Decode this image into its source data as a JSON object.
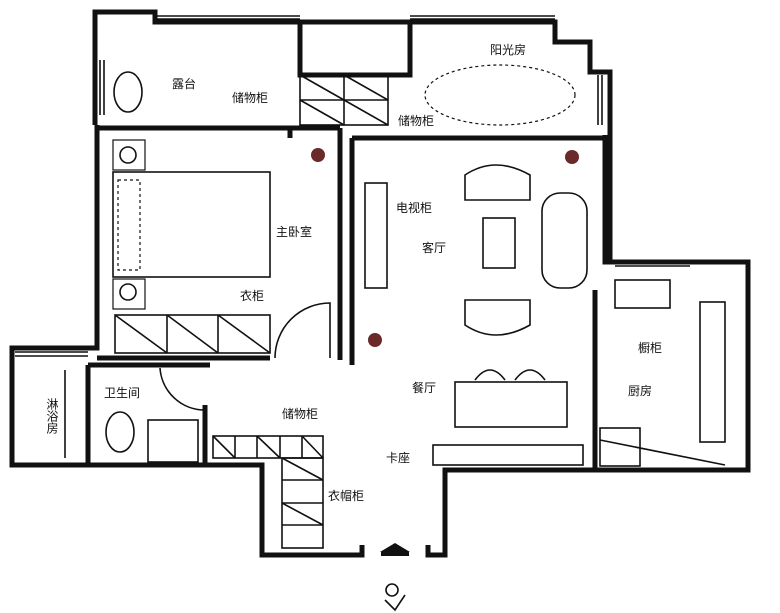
{
  "plan": {
    "rooms": {
      "terrace": "露台",
      "sunroom": "阳光房",
      "master_bedroom": "主卧室",
      "living_room": "客厅",
      "dining_room": "餐厅",
      "kitchen": "厨房",
      "bathroom": "卫生间",
      "shower": "淋浴房"
    },
    "furniture": {
      "storage_cabinet_left": "储物柜",
      "storage_cabinet_right": "储物柜",
      "tv_cabinet": "电视柜",
      "wardrobe": "衣柜",
      "storage_cabinet_entry": "储物柜",
      "coat_cabinet": "衣帽柜",
      "booth_seat": "卡座",
      "kitchen_cabinet": "橱柜"
    },
    "colors": {
      "line": "#111111",
      "plant": "#6a2a2a"
    }
  }
}
